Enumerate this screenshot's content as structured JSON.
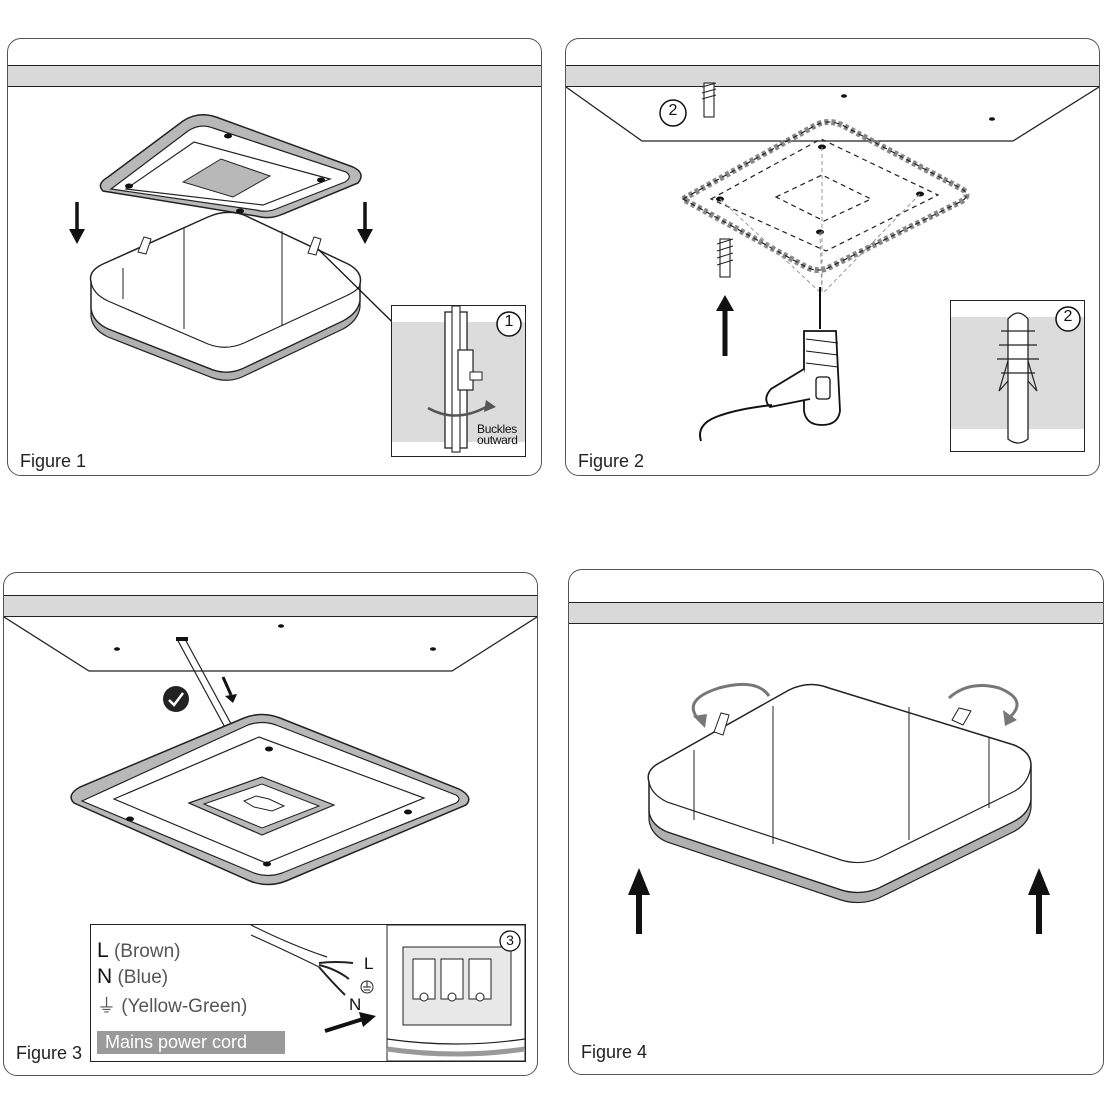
{
  "figures": [
    {
      "label": "Figure 1",
      "callout_number": "1",
      "callout_text_line1": "Buckles",
      "callout_text_line2": "outward"
    },
    {
      "label": "Figure 2",
      "callout_number_ceiling": "2",
      "callout_number_inset": "2"
    },
    {
      "label": "Figure 3",
      "callout_number": "3",
      "wire_labels": [
        "L",
        "N"
      ],
      "legend": [
        {
          "code": "L",
          "text": "(Brown)"
        },
        {
          "code": "N",
          "text": "(Blue)"
        },
        {
          "code": "⏚",
          "text": "(Yellow-Green)"
        }
      ],
      "cord_label": "Mains power cord"
    },
    {
      "label": "Figure 4"
    }
  ],
  "colors": {
    "panel_border": "#555555",
    "ceiling_fill": "#d9d9d9",
    "lamp_trim": "#b0b0b0",
    "inset_band": "#dcdcdc",
    "ink": "#111111"
  }
}
